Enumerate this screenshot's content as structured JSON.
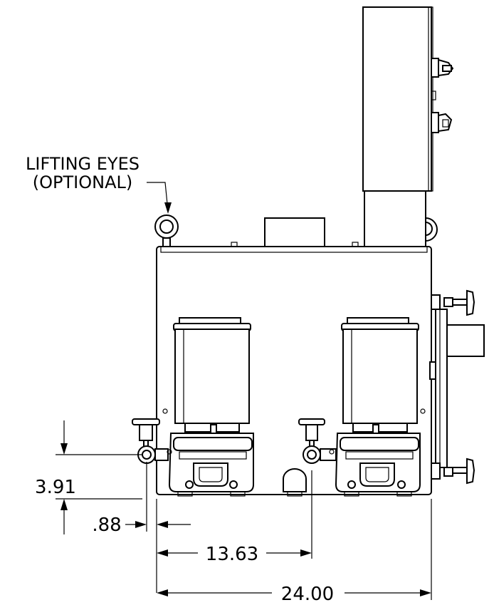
{
  "callouts": {
    "lifting_eyes_line1": "LIFTING EYES",
    "lifting_eyes_line2": "(OPTIONAL)"
  },
  "dimensions": {
    "vertical": "3.91",
    "left_offset": ".88",
    "center_spacing": "13.63",
    "overall_width": "24.00"
  },
  "colors": {
    "line": "#000000",
    "background": "#ffffff"
  }
}
